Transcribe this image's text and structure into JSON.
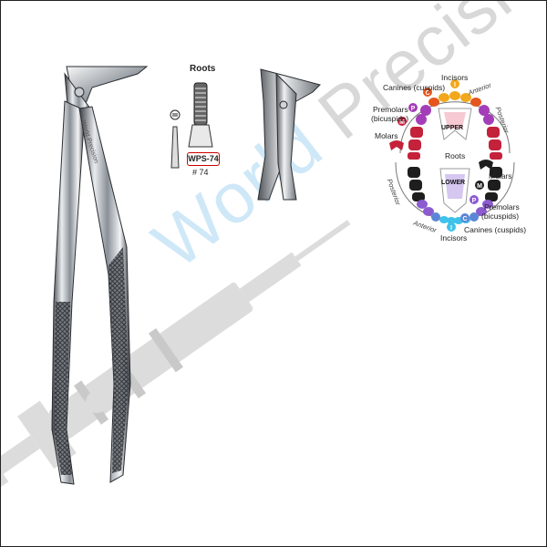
{
  "watermark": {
    "brand_first": "World ",
    "brand_second": "Precision"
  },
  "instrument": {
    "engraving": "World Precision"
  },
  "spec": {
    "title": "Roots",
    "model": "WPS-74",
    "number": "# 74"
  },
  "tooth_chart": {
    "labels": {
      "incisors_top": "Incisors",
      "canines_top": "Canines (cuspids)",
      "premolars_top_1": "Premolars",
      "premolars_top_2": "(bicuspids)",
      "molars_left": "Molars",
      "roots": "Roots",
      "molars_right": "Molars",
      "premolars_bottom_1": "Premolars",
      "premolars_bottom_2": "(bicuspids)",
      "canines_bottom": "Canines (cuspids)",
      "incisors_bottom": "Incisors",
      "upper": "UPPER",
      "lower": "LOWER",
      "anterior_top": "Anterior",
      "posterior_right": "Posterior",
      "posterior_left": "Posterior",
      "anterior_bottom": "Anterior"
    },
    "badges": {
      "incisor": "I",
      "canine": "C",
      "premolar": "P",
      "molar": "M"
    },
    "colors": {
      "incisor": "#f2a81d",
      "canine": "#e5551d",
      "premolar": "#a33eb8",
      "molar": "#c4213b",
      "lower_incisor": "#3fc2ea",
      "lower_canine": "#5b86d6",
      "lower_premolar": "#8c5bd0",
      "lower_molar": "#1e1e1e"
    }
  }
}
